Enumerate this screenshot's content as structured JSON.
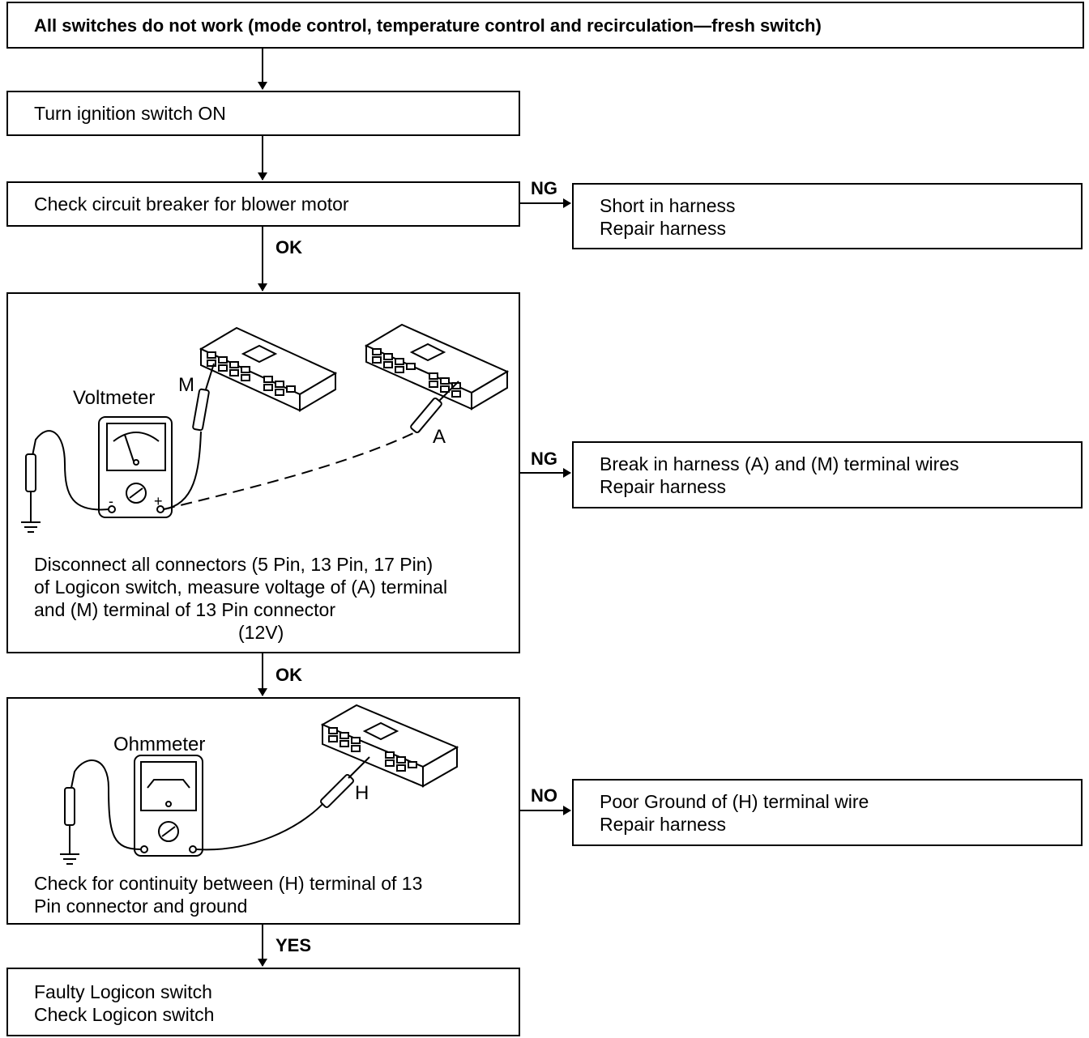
{
  "title": "All switches do not work (mode control, temperature control and recirculation—fresh switch)",
  "steps": {
    "ignition": "Turn ignition switch ON",
    "breaker": "Check circuit breaker for blower motor",
    "voltage": {
      "line1": "Disconnect all connectors (5 Pin, 13 Pin, 17 Pin)",
      "line2": "of Logicon switch, measure voltage of (A) terminal",
      "line3": "and (M) terminal of 13 Pin connector",
      "line4": "(12V)"
    },
    "continuity": {
      "line1": "Check for continuity between (H) terminal of 13",
      "line2": "Pin connector and ground"
    },
    "final": {
      "line1": "Faulty Logicon switch",
      "line2": "Check Logicon switch"
    }
  },
  "results": {
    "short": {
      "line1": "Short in harness",
      "line2": "Repair harness"
    },
    "break": {
      "line1": "Break in harness (A) and (M) terminal wires",
      "line2": "Repair harness"
    },
    "ground": {
      "line1": "Poor Ground of (H) terminal wire",
      "line2": "Repair harness"
    }
  },
  "branch_labels": {
    "ng1": "NG",
    "ok1": "OK",
    "ng2": "NG",
    "ok2": "OK",
    "no": "NO",
    "yes": "YES"
  },
  "illustration": {
    "voltmeter_label": "Voltmeter",
    "ohmmeter_label": "Ohmmeter",
    "probe_m": "M",
    "probe_a": "A",
    "probe_h": "H",
    "minus_sign": "-",
    "plus_sign": "+"
  }
}
